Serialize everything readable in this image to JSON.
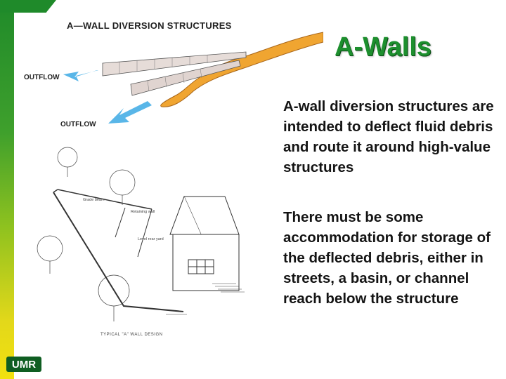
{
  "slide": {
    "title": "A-Walls",
    "paragraphs": [
      "A-wall diversion structures are intended to deflect fluid debris and route it around high-value structures",
      "There must be some accommodation for storage of the deflected debris, either in streets, a basin, or channel reach below the structure"
    ]
  },
  "figure_top": {
    "title": "A—WALL DIVERSION STRUCTURES",
    "labels": [
      "OUTFLOW",
      "OUTFLOW"
    ]
  },
  "figure_bottom": {
    "labels": [
      "Grade beam",
      "Retaining wall",
      "Level rear yard"
    ],
    "caption": "TYPICAL \"A\" WALL DESIGN"
  },
  "logo": {
    "text": "UMR"
  },
  "colors": {
    "title_green": "#1d8f2e",
    "band_top": "#1f8a2a",
    "band_bottom": "#f2e10f",
    "debris_orange": "#f0a531",
    "arrow_blue": "#59b6e8"
  }
}
